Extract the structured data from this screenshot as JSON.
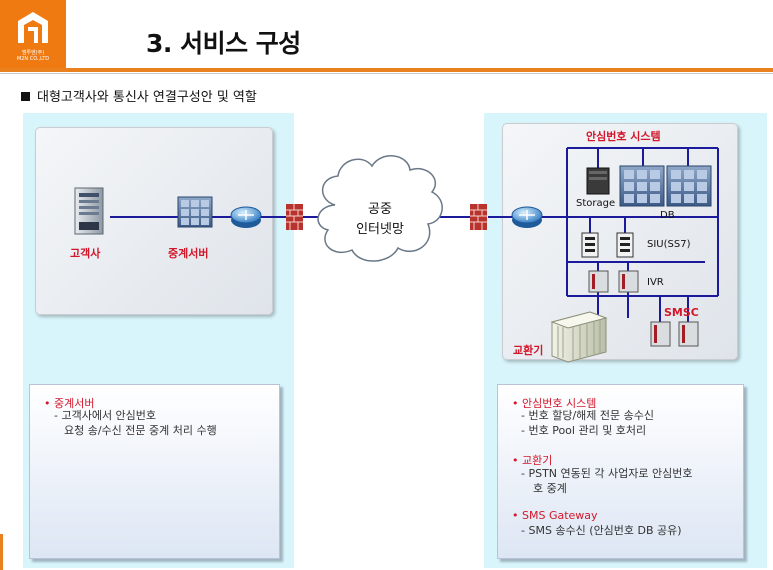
{
  "header": {
    "logo_text": "엠투엔(주)",
    "logo_subtext": "M2N CO.,LTD",
    "title": "3. 서비스 구성"
  },
  "subtitle": "대형고객사와 통신사 연결구성안 및 역할",
  "diagram": {
    "client_label": "고객사",
    "relay_label": "중계서버",
    "cloud_line1": "공중",
    "cloud_line2": "인터넷망",
    "system_title": "안심번호 시스템",
    "storage_label": "Storage",
    "db_label": "DB",
    "siu_label": "SIU(SS7)",
    "ivr_label": "IVR",
    "smsc_label": "SMSC",
    "exchange_label": "교환기"
  },
  "left_desc": {
    "bullet1": "중계서버",
    "sub1_line1": "- 고객사에서  안심번호",
    "sub1_line2": "요청 송/수신 전문 중계 처리 수행"
  },
  "right_desc": {
    "bullet1": "안심번호 시스템",
    "sub1_line1": "- 번호 할당/해제 전문 송수신",
    "sub1_line2": "- 번호 Pool 관리 및 호처리",
    "bullet2": "교환기",
    "sub2_line1": "- PSTN 연동된 각 사업자로 안심번호",
    "sub2_line2": "호 중계",
    "bullet3": "SMS Gateway",
    "sub3_line1": "- SMS 송수신 (안심번호 DB 공유)"
  },
  "colors": {
    "accent_orange": "#f07a12",
    "panel_bg": "#d8f5fb",
    "label_red": "#d3172b",
    "line_blue": "#1a1a9a"
  }
}
